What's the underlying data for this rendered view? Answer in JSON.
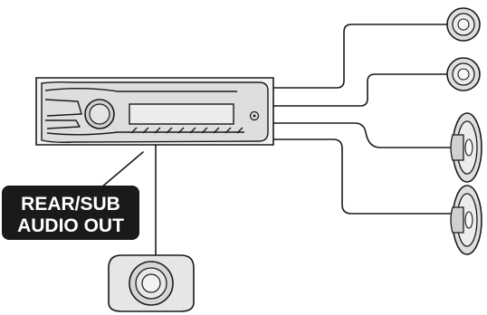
{
  "diagram": {
    "label": {
      "line1": "REAR/SUB",
      "line2": "AUDIO OUT"
    },
    "components": [
      {
        "id": "head-unit",
        "kind": "car-stereo"
      },
      {
        "id": "tweeter-top",
        "kind": "tweeter-speaker"
      },
      {
        "id": "tweeter-second",
        "kind": "tweeter-speaker"
      },
      {
        "id": "speaker-third",
        "kind": "cone-speaker"
      },
      {
        "id": "speaker-bottom",
        "kind": "cone-speaker"
      },
      {
        "id": "subwoofer",
        "kind": "subwoofer-speaker"
      }
    ],
    "colors": {
      "line": "#1a1a1a",
      "device_fill": "#dedede",
      "label_background": "#1a1a1a",
      "label_text": "#ffffff"
    }
  }
}
